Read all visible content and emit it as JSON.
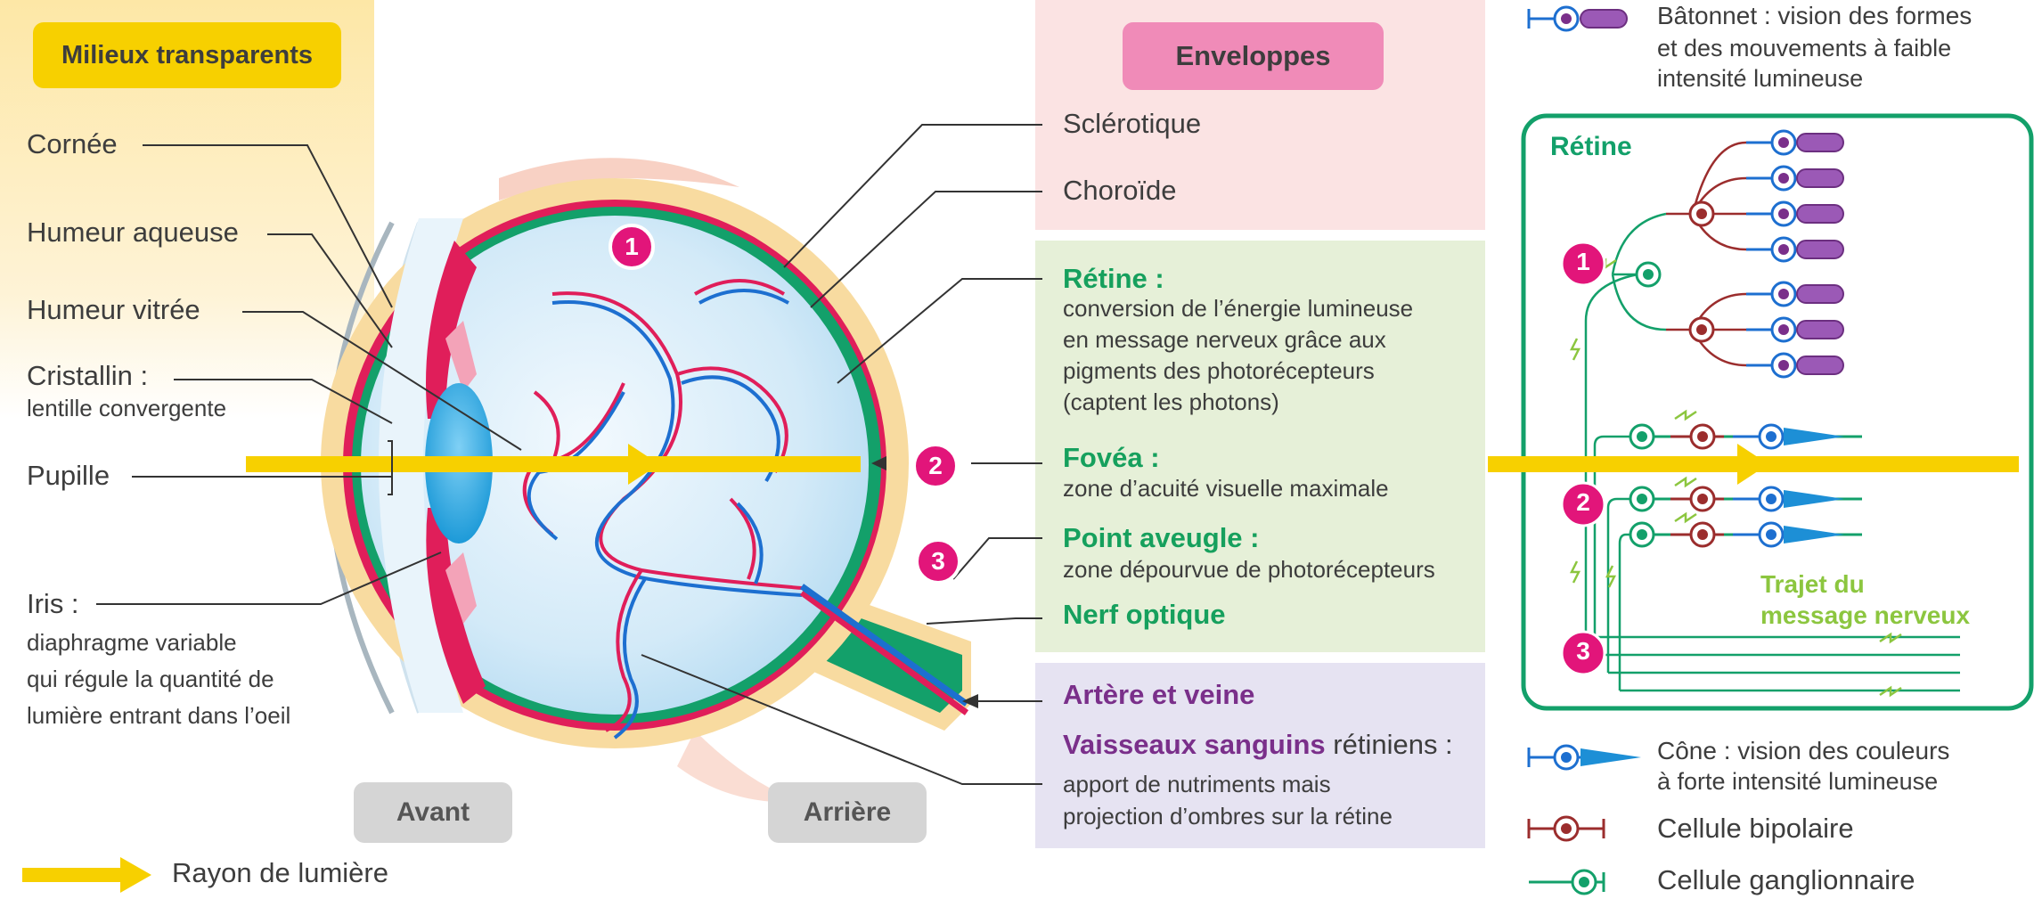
{
  "colors": {
    "light_ray": "#f7d000",
    "cornea_panel": "#fde9b0",
    "enveloppes_panel": "#fbe1e2",
    "retina_panel": "#e3efd3",
    "vessels_panel": "#e4e2f2",
    "retina_green": "#13a06a",
    "sclera": "#f8dba0",
    "iris_red": "#e01e5a",
    "vitreous_blue": "#cfe8f7",
    "rod_purple": "#9b59b6",
    "cone_blue": "#1d8fd6",
    "bipolar_red": "#9b2d2d",
    "marker_pink": "#e2157a"
  },
  "milieux": {
    "title": "Milieux transparents",
    "cornee": "Cornée",
    "humeur_aqueuse": "Humeur aqueuse",
    "humeur_vitree": "Humeur vitrée",
    "cristallin": "Cristallin :",
    "cristallin_desc": "lentille convergente",
    "pupille": "Pupille",
    "iris": "Iris :",
    "iris_desc_1": "diaphragme variable",
    "iris_desc_2": "qui régule la quantité de",
    "iris_desc_3": "lumière entrant dans l’oeil"
  },
  "enveloppes": {
    "title": "Enveloppes",
    "sclerotique": "Sclérotique",
    "choroide": "Choroïde"
  },
  "retine": {
    "title": "Rétine :",
    "desc_1": "conversion de l’énergie lumineuse",
    "desc_2": "en message nerveux grâce aux",
    "desc_3": "pigments des photorécepteurs",
    "desc_4": "(captent les photons)",
    "fovea": "Fovéa :",
    "fovea_desc": "zone d’acuité visuelle maximale",
    "point_aveugle": "Point aveugle :",
    "point_aveugle_desc": "zone dépourvue de photorécepteurs",
    "nerf_optique": "Nerf optique"
  },
  "vaisseaux": {
    "artere": "Artère et veine",
    "vaisseaux_bold": "Vaisseaux sanguins",
    "vaisseaux_rest": " rétiniens :",
    "desc_1": "apport de nutriments mais",
    "desc_2": "projection d’ombres sur la rétine"
  },
  "orientation": {
    "avant": "Avant",
    "arriere": "Arrière"
  },
  "legend": {
    "rayon": "Rayon de lumière",
    "batonnet_1": "Bâtonnet : vision des formes",
    "batonnet_2": "et des mouvements à faible",
    "batonnet_3": "intensité lumineuse",
    "cone_1": "Cône : vision des couleurs",
    "cone_2": "à forte intensité lumineuse",
    "bipolaire": "Cellule bipolaire",
    "ganglionnaire": "Cellule ganglionnaire"
  },
  "retina_box": {
    "title": "Rétine",
    "trajet_1": "Trajet du",
    "trajet_2": "message nerveux"
  },
  "markers": {
    "m1": "1",
    "m2": "2",
    "m3": "3"
  }
}
